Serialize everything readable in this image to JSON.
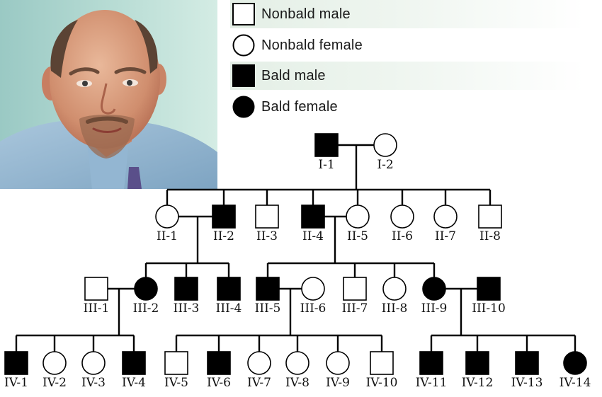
{
  "legend": [
    {
      "symbol": "square-open-icon",
      "label": "Nonbald male"
    },
    {
      "symbol": "circle-open-icon",
      "label": "Nonbald female"
    },
    {
      "symbol": "square-filled-icon",
      "label": "Bald male"
    },
    {
      "symbol": "circle-filled-icon",
      "label": "Bald female"
    }
  ],
  "colors": {
    "affected": "#000000",
    "unaffected": "#ffffff",
    "line": "#000000",
    "legend_band": "#e4efe6"
  },
  "individuals": [
    {
      "id": "I-1",
      "sex": "male",
      "bald": true
    },
    {
      "id": "I-2",
      "sex": "female",
      "bald": false
    },
    {
      "id": "II-1",
      "sex": "female",
      "bald": false
    },
    {
      "id": "II-2",
      "sex": "male",
      "bald": true
    },
    {
      "id": "II-3",
      "sex": "male",
      "bald": false
    },
    {
      "id": "II-4",
      "sex": "male",
      "bald": true
    },
    {
      "id": "II-5",
      "sex": "female",
      "bald": false
    },
    {
      "id": "II-6",
      "sex": "female",
      "bald": false
    },
    {
      "id": "II-7",
      "sex": "female",
      "bald": false
    },
    {
      "id": "II-8",
      "sex": "male",
      "bald": false
    },
    {
      "id": "III-1",
      "sex": "male",
      "bald": false
    },
    {
      "id": "III-2",
      "sex": "female",
      "bald": true
    },
    {
      "id": "III-3",
      "sex": "male",
      "bald": true
    },
    {
      "id": "III-4",
      "sex": "male",
      "bald": true
    },
    {
      "id": "III-5",
      "sex": "male",
      "bald": true
    },
    {
      "id": "III-6",
      "sex": "female",
      "bald": false
    },
    {
      "id": "III-7",
      "sex": "male",
      "bald": false
    },
    {
      "id": "III-8",
      "sex": "female",
      "bald": false
    },
    {
      "id": "III-9",
      "sex": "female",
      "bald": true
    },
    {
      "id": "III-10",
      "sex": "male",
      "bald": true
    },
    {
      "id": "IV-1",
      "sex": "male",
      "bald": true
    },
    {
      "id": "IV-2",
      "sex": "female",
      "bald": false
    },
    {
      "id": "IV-3",
      "sex": "female",
      "bald": false
    },
    {
      "id": "IV-4",
      "sex": "male",
      "bald": true
    },
    {
      "id": "IV-5",
      "sex": "male",
      "bald": false
    },
    {
      "id": "IV-6",
      "sex": "male",
      "bald": true
    },
    {
      "id": "IV-7",
      "sex": "female",
      "bald": false
    },
    {
      "id": "IV-8",
      "sex": "female",
      "bald": false
    },
    {
      "id": "IV-9",
      "sex": "female",
      "bald": false
    },
    {
      "id": "IV-10",
      "sex": "male",
      "bald": false
    },
    {
      "id": "IV-11",
      "sex": "male",
      "bald": true
    },
    {
      "id": "IV-12",
      "sex": "male",
      "bald": true
    },
    {
      "id": "IV-13",
      "sex": "male",
      "bald": true
    },
    {
      "id": "IV-14",
      "sex": "female",
      "bald": true
    }
  ],
  "matings": [
    {
      "partners": [
        "I-1",
        "I-2"
      ],
      "children": [
        "II-1",
        "II-2",
        "II-3",
        "II-4",
        "II-5",
        "II-6",
        "II-7",
        "II-8"
      ]
    },
    {
      "partners": [
        "II-1",
        "II-2"
      ],
      "children": [
        "III-2",
        "III-3",
        "III-4"
      ]
    },
    {
      "partners": [
        "II-4",
        "II-5"
      ],
      "children": [
        "III-5",
        "III-7",
        "III-8",
        "III-9"
      ]
    },
    {
      "partners": [
        "III-1",
        "III-2"
      ],
      "children": [
        "IV-1",
        "IV-2",
        "IV-3",
        "IV-4"
      ]
    },
    {
      "partners": [
        "III-5",
        "III-6"
      ],
      "children": [
        "IV-5",
        "IV-6",
        "IV-7",
        "IV-8",
        "IV-9",
        "IV-10"
      ]
    },
    {
      "partners": [
        "III-9",
        "III-10"
      ],
      "children": [
        "IV-11",
        "IV-12",
        "IV-13",
        "IV-14"
      ]
    }
  ]
}
